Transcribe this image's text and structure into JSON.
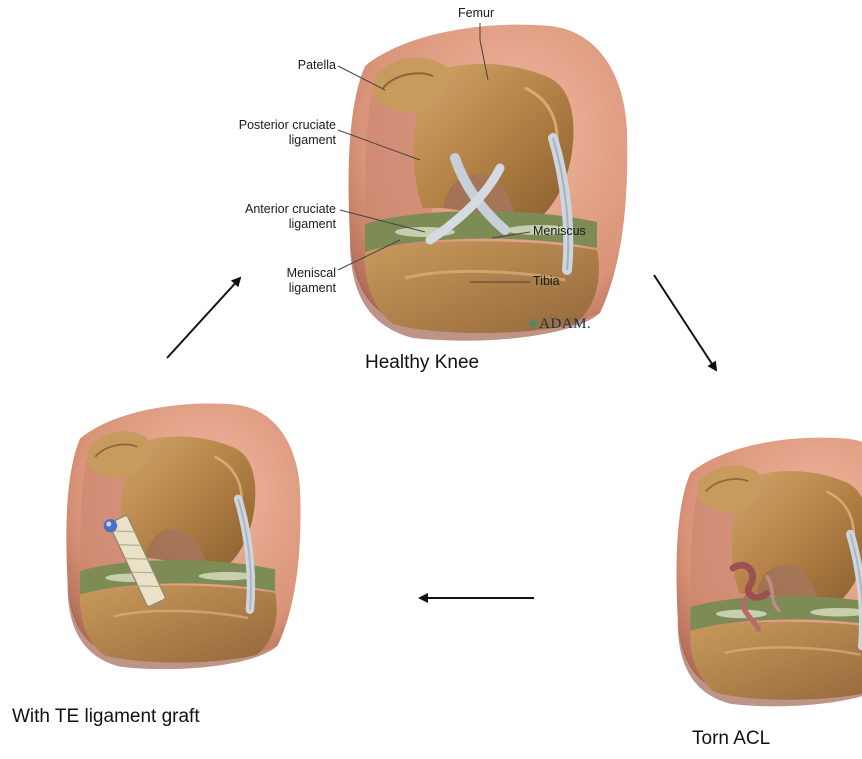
{
  "labels": {
    "femur": "Femur",
    "patella": "Patella",
    "pcl": "Posterior cruciate\nligament",
    "acl": "Anterior cruciate\nligament",
    "meniscus": "Meniscus",
    "meniscal_ligament": "Meniscal\nligament",
    "tibia": "Tibia"
  },
  "logo": {
    "mark": "❖",
    "text": "ADAM."
  },
  "captions": {
    "healthy": "Healthy Knee",
    "torn": "Torn ACL",
    "graft": "With TE ligament graft"
  },
  "colors": {
    "skin": "#e4a489",
    "skin_shadow": "#b06f5b",
    "bone": "#b9894d",
    "bone_dark": "#7a5528",
    "meniscus": "#7b8a52",
    "ligament": "#c7cfd8",
    "torn": "#9c5052",
    "graft": "#eae2c8",
    "arrow": "#111111"
  }
}
